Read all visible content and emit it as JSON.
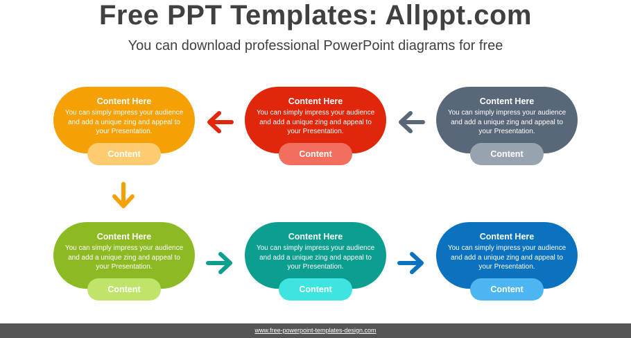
{
  "header": {
    "title": "Free PPT Templates: Allppt.com",
    "subtitle": "You can download professional PowerPoint diagrams for free"
  },
  "colors": {
    "orange": "#F5A005",
    "orange_light": "#FDCB70",
    "red": "#E0260B",
    "red_light": "#F26E5E",
    "slate": "#596878",
    "slate_light": "#97A4B0",
    "green": "#8DBA22",
    "green_light": "#C0E46A",
    "teal": "#0C9F90",
    "teal_light": "#3EE5E0",
    "blue": "#0A72BE",
    "blue_light": "#4CB6F2"
  },
  "cards": [
    {
      "title": "Content  Here",
      "body": "You can simply impress your audience and add a unique zing and appeal to your Presentation.",
      "pill": "Content"
    },
    {
      "title": "Content  Here",
      "body": "You can simply impress your audience and add a unique zing and appeal to your Presentation.",
      "pill": "Content"
    },
    {
      "title": "Content  Here",
      "body": "You can simply impress your audience and add a unique zing and appeal to your Presentation.",
      "pill": "Content"
    },
    {
      "title": "Content  Here",
      "body": "You can simply impress your audience and add a unique zing and appeal to your Presentation.",
      "pill": "Content"
    },
    {
      "title": "Content  Here",
      "body": "You can simply impress your audience and add a unique zing and appeal to your Presentation.",
      "pill": "Content"
    },
    {
      "title": "Content  Here",
      "body": "You can simply impress your audience and add a unique zing and appeal to your Presentation.",
      "pill": "Content"
    }
  ],
  "arrows": [
    {
      "direction": "left",
      "color": "#E0260B"
    },
    {
      "direction": "left",
      "color": "#596878"
    },
    {
      "direction": "down",
      "color": "#F5A005"
    },
    {
      "direction": "right",
      "color": "#0C9F90"
    },
    {
      "direction": "right",
      "color": "#0A72BE"
    }
  ],
  "footer": {
    "url": "www.free-powerpoint-templates-design.com"
  }
}
